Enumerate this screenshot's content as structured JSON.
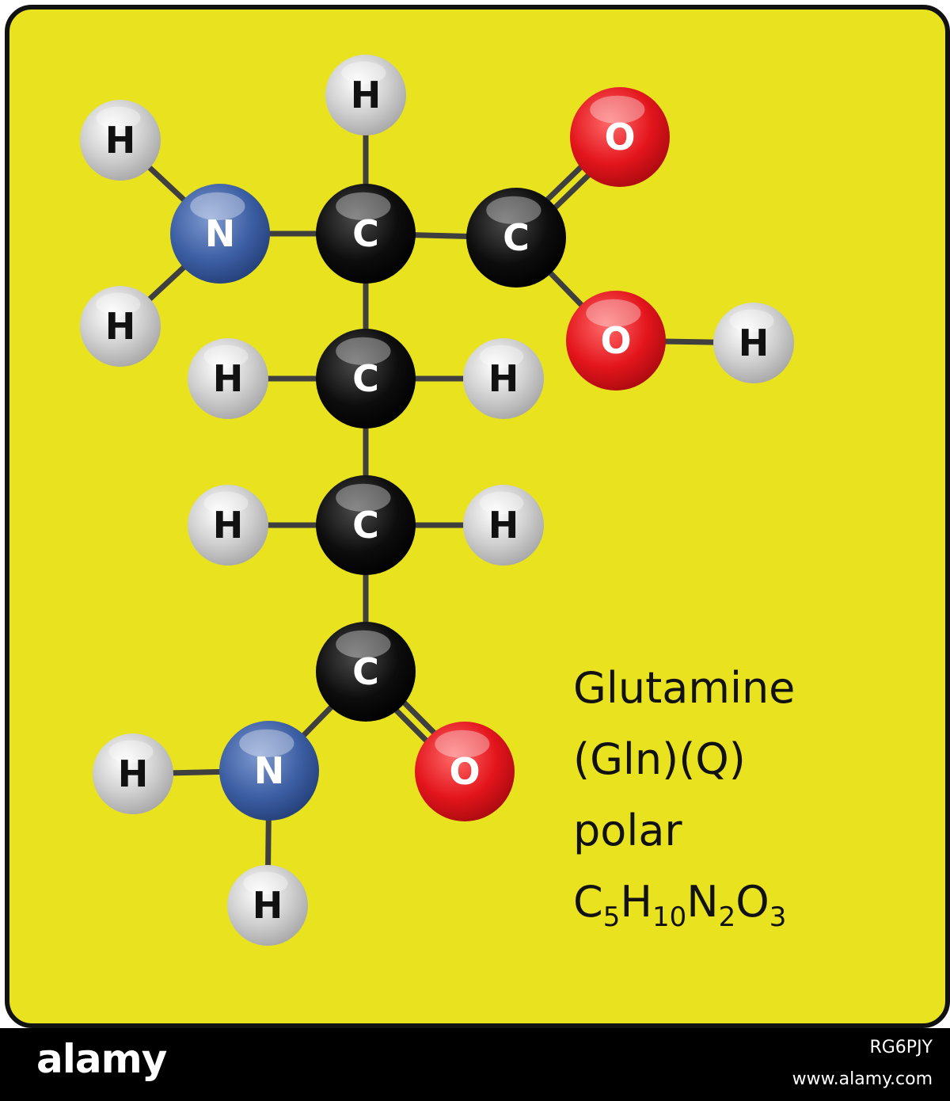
{
  "title": "Glutamine",
  "abbreviation": "(Gln)(Q)",
  "property": "polar",
  "formula": {
    "parts": [
      {
        "element": "C",
        "count": "5"
      },
      {
        "element": "H",
        "count": "10"
      },
      {
        "element": "N",
        "count": "2"
      },
      {
        "element": "O",
        "count": "3"
      }
    ]
  },
  "atoms": [
    {
      "id": "H1",
      "element": "H"
    },
    {
      "id": "H2",
      "element": "H"
    },
    {
      "id": "N1",
      "element": "N"
    },
    {
      "id": "H3",
      "element": "H"
    },
    {
      "id": "C1",
      "element": "C"
    },
    {
      "id": "C2",
      "element": "C"
    },
    {
      "id": "O1",
      "element": "O"
    },
    {
      "id": "O2",
      "element": "O"
    },
    {
      "id": "H4",
      "element": "H"
    },
    {
      "id": "H5",
      "element": "H"
    },
    {
      "id": "C3",
      "element": "C"
    },
    {
      "id": "H6",
      "element": "H"
    },
    {
      "id": "H7",
      "element": "H"
    },
    {
      "id": "C4",
      "element": "C"
    },
    {
      "id": "H8",
      "element": "H"
    },
    {
      "id": "C5",
      "element": "C"
    },
    {
      "id": "H9",
      "element": "H"
    },
    {
      "id": "N2",
      "element": "N"
    },
    {
      "id": "O3",
      "element": "O"
    },
    {
      "id": "H10",
      "element": "H"
    }
  ],
  "bonds": [
    {
      "from": "N1",
      "to": "H1",
      "order": 1
    },
    {
      "from": "N1",
      "to": "H3",
      "order": 1
    },
    {
      "from": "N1",
      "to": "C1",
      "order": 1
    },
    {
      "from": "C1",
      "to": "H2",
      "order": 1
    },
    {
      "from": "C1",
      "to": "C2",
      "order": 1
    },
    {
      "from": "C2",
      "to": "O1",
      "order": 2
    },
    {
      "from": "C2",
      "to": "O2",
      "order": 1
    },
    {
      "from": "O2",
      "to": "H4",
      "order": 1
    },
    {
      "from": "C1",
      "to": "C3",
      "order": 1
    },
    {
      "from": "C3",
      "to": "H5",
      "order": 1
    },
    {
      "from": "C3",
      "to": "H6",
      "order": 1
    },
    {
      "from": "C3",
      "to": "C4",
      "order": 1
    },
    {
      "from": "C4",
      "to": "H7",
      "order": 1
    },
    {
      "from": "C4",
      "to": "H8",
      "order": 1
    },
    {
      "from": "C4",
      "to": "C5",
      "order": 1
    },
    {
      "from": "C5",
      "to": "N2",
      "order": 1
    },
    {
      "from": "C5",
      "to": "O3",
      "order": 2
    },
    {
      "from": "N2",
      "to": "H9",
      "order": 1
    },
    {
      "from": "N2",
      "to": "H10",
      "order": 1
    }
  ],
  "element_colors": {
    "H": {
      "fill": "#c8c8c8",
      "label": "#111111"
    },
    "C": {
      "fill": "#0d0d0d",
      "label": "#ffffff"
    },
    "N": {
      "fill": "#3c5ea3",
      "label": "#ffffff"
    },
    "O": {
      "fill": "#e3151c",
      "label": "#ffffff"
    }
  },
  "colors": {
    "background": "#e9e31f",
    "bond": "#3f3f3f",
    "border": "#111111"
  },
  "footer": {
    "brand": "alamy",
    "image_id": "RG6PJY",
    "site": "www.alamy.com"
  }
}
